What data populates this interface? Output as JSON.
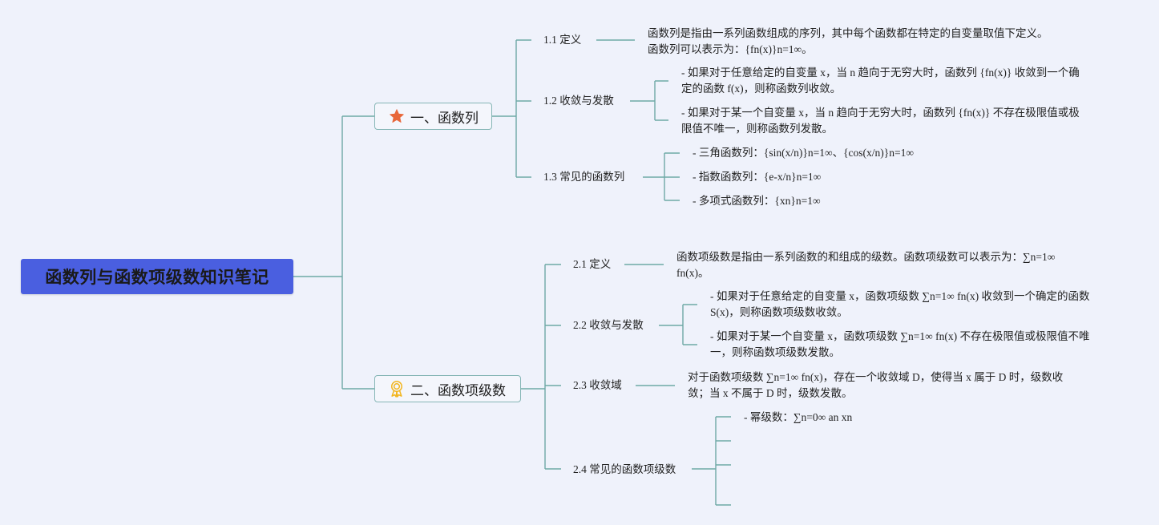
{
  "root": {
    "title": "函数列与函数项级数知识笔记"
  },
  "branch1": {
    "title": "一、函数列",
    "icon": "star-icon",
    "icon_color": "#e8673a",
    "items": {
      "def": {
        "label": "1.1 定义",
        "text": "函数列是指由一系列函数组成的序列，其中每个函数都在特定的自变量取值下定义。函数列可以表示为：{fn(x)}n=1∞。"
      },
      "conv": {
        "label": "1.2 收敛与发散",
        "text1": "- 如果对于任意给定的自变量 x，当 n 趋向于无穷大时，函数列 {fn(x)} 收敛到一个确定的函数 f(x)，则称函数列收敛。",
        "text2": "- 如果对于某一个自变量 x，当 n 趋向于无穷大时，函数列 {fn(x)} 不存在极限值或极限值不唯一，则称函数列发散。"
      },
      "common": {
        "label": "1.3 常见的函数列",
        "e1": "- 三角函数列：{sin(x/n)}n=1∞、{cos(x/n)}n=1∞",
        "e2": "- 指数函数列：{e-x/n}n=1∞",
        "e3": "- 多项式函数列：{xn}n=1∞"
      }
    }
  },
  "branch2": {
    "title": "二、函数项级数",
    "icon": "award-ribbon-icon",
    "icon_color": "#f2b51e",
    "items": {
      "def": {
        "label": "2.1 定义",
        "text": "函数项级数是指由一系列函数的和组成的级数。函数项级数可以表示为：∑n=1∞ fn(x)。"
      },
      "conv": {
        "label": "2.2 收敛与发散",
        "text1": "- 如果对于任意给定的自变量 x，函数项级数 ∑n=1∞ fn(x) 收敛到一个确定的函数 S(x)，则称函数项级数收敛。",
        "text2": "- 如果对于某一个自变量 x，函数项级数 ∑n=1∞ fn(x) 不存在极限值或极限值不唯一，则称函数项级数发散。"
      },
      "domain": {
        "label": "2.3 收敛域",
        "text": "对于函数项级数 ∑n=1∞ fn(x)，存在一个收敛域 D，使得当 x 属于 D 时，级数收敛；当 x 不属于 D 时，级数发散。"
      },
      "common": {
        "label": "2.4 常见的函数项级数",
        "e1": "- 幂级数：∑n=0∞ an xn"
      }
    }
  },
  "colors": {
    "connector": "#6fa9a6",
    "root_fill": "#4a5fe0",
    "background": "#eff2fb"
  }
}
